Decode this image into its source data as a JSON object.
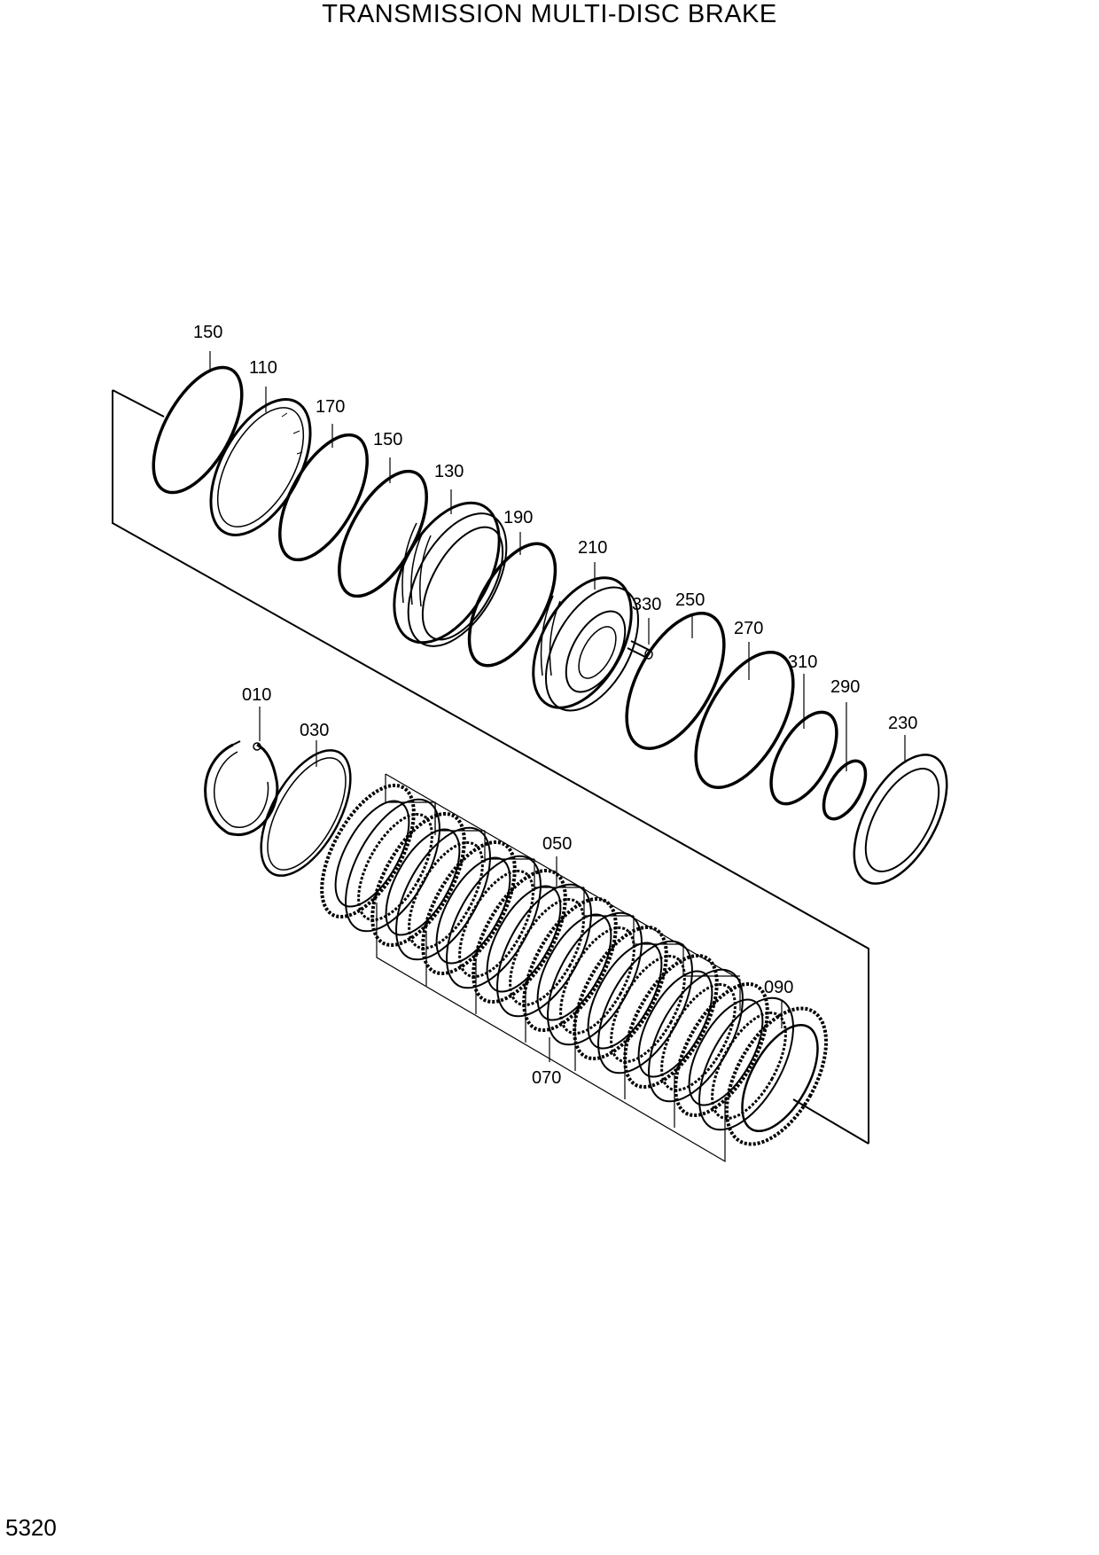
{
  "title": "TRANSMISSION MULTI-DISC BRAKE",
  "page_number": "5320",
  "callouts": {
    "c150a": "150",
    "c110": "110",
    "c170": "170",
    "c150b": "150",
    "c130": "130",
    "c190": "190",
    "c210": "210",
    "c330": "330",
    "c250": "250",
    "c270": "270",
    "c310": "310",
    "c290": "290",
    "c230": "230",
    "c010": "010",
    "c030": "030",
    "c050": "050",
    "c090": "090",
    "c070": "070"
  }
}
